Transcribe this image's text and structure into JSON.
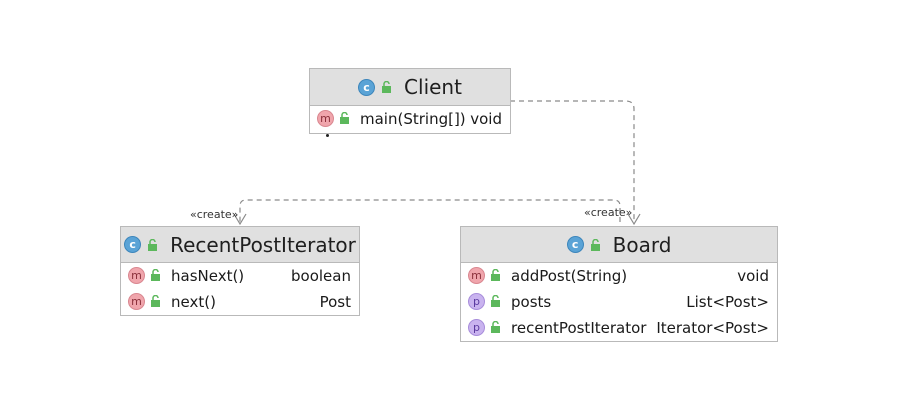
{
  "classes": {
    "client": {
      "kind": "c",
      "title": "Client",
      "members": [
        {
          "kind": "m",
          "name": "main(String[])",
          "type": "void"
        }
      ]
    },
    "recent": {
      "kind": "c",
      "title": "RecentPostIterator",
      "members": [
        {
          "kind": "m",
          "name": "hasNext()",
          "type": "boolean"
        },
        {
          "kind": "m",
          "name": "next()",
          "type": "Post"
        }
      ]
    },
    "board": {
      "kind": "c",
      "title": "Board",
      "members": [
        {
          "kind": "m",
          "name": "addPost(String)",
          "type": "void"
        },
        {
          "kind": "p",
          "name": "posts",
          "type": "List<Post>"
        },
        {
          "kind": "p",
          "name": "recentPostIterator",
          "type": "Iterator<Post>"
        }
      ]
    }
  },
  "relations": {
    "left_label": "«create»",
    "right_label": "«create»"
  },
  "colors": {
    "header_bg": "#e0e0e0",
    "border": "#b9b9b9",
    "class_badge": "#5aa3d6",
    "method_badge": "#f0a5ac",
    "property_badge": "#c9b3ef",
    "lock": "#5cb85c",
    "edge": "#8a8a8a"
  }
}
